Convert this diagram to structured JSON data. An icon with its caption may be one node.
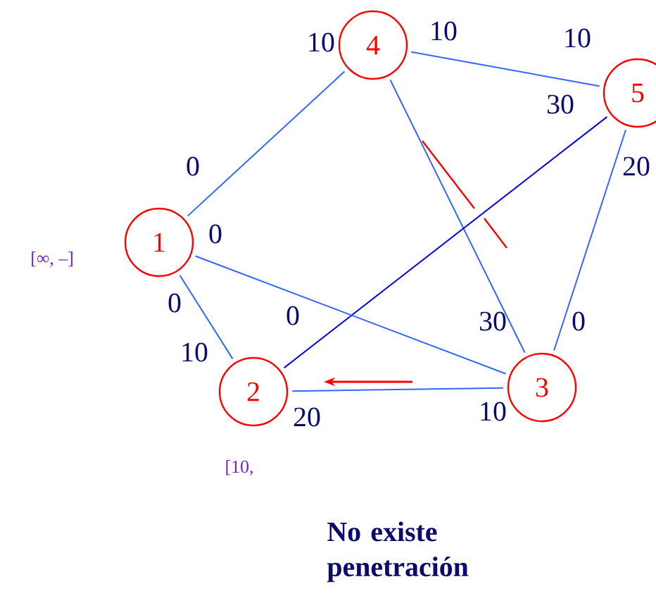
{
  "diagram": {
    "caption": "No existe penetración",
    "nodes": [
      {
        "text": [
          "1"
        ]
      },
      {
        "text": [
          "2"
        ]
      },
      {
        "text": [
          "3"
        ]
      },
      {
        "text": [
          "4"
        ]
      },
      {
        "text": [
          "5"
        ]
      }
    ],
    "edges": [
      {
        "from": 3,
        "to": 0,
        "arrow": "none"
      },
      {
        "from": 3,
        "to": 4,
        "arrow": "none"
      },
      {
        "from": 3,
        "to": 2,
        "arrow": "none"
      },
      {
        "from": 4,
        "to": 2,
        "arrow": "none"
      },
      {
        "from": 4,
        "to": 1,
        "arrow": "none",
        "color": "#0000e6"
      },
      {
        "from": 0,
        "to": 1,
        "arrow": "none"
      },
      {
        "from": 0,
        "to": 2,
        "arrow": "none"
      },
      {
        "from": 2,
        "to": 1,
        "arrow": "none"
      }
    ],
    "labels": [
      "10",
      "10",
      "10",
      "30",
      "0",
      "20",
      "0",
      "[∞, –]",
      "0",
      "0",
      "10",
      "30",
      "0",
      "20",
      "10",
      "[10,"
    ]
  }
}
